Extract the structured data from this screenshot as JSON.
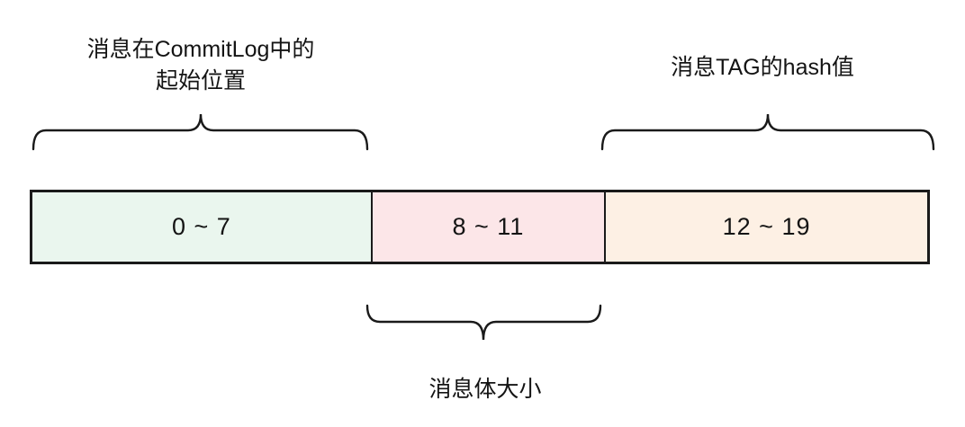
{
  "diagram": {
    "annotations": {
      "commitlog_offset": {
        "line1": "消息在CommitLog中的",
        "line2": "起始位置"
      },
      "tag_hash": "消息TAG的hash值",
      "body_size": "消息体大小"
    },
    "byte_segments": [
      {
        "range": "0 ~ 7",
        "fill": "#eaf6ee"
      },
      {
        "range": "8 ~ 11",
        "fill": "#fce6e8"
      },
      {
        "range": "12 ~ 19",
        "fill": "#fdf0e4"
      }
    ],
    "colors": {
      "background": "#ffffff",
      "border": "#1a1a1a",
      "brace": "#1a1a1a",
      "text": "#141414"
    }
  }
}
